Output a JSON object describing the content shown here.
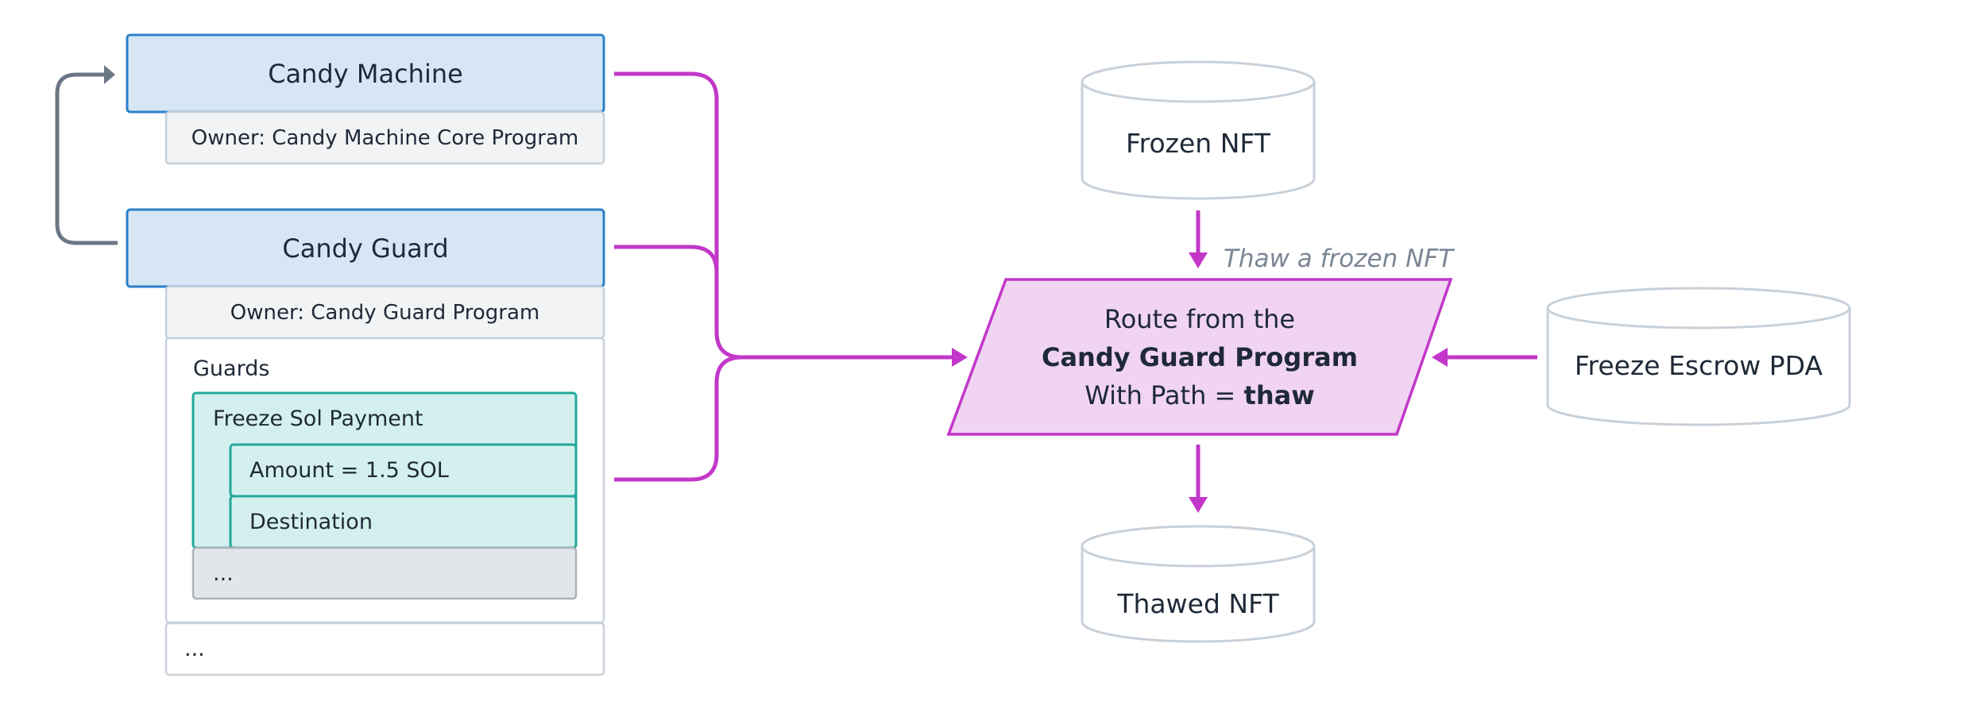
{
  "candy_machine": {
    "title": "Candy Machine",
    "owner": "Owner: Candy Machine Core Program"
  },
  "candy_guard": {
    "title": "Candy Guard",
    "owner": "Owner: Candy Guard Program",
    "guards_label": "Guards",
    "freeze_sol_payment": "Freeze Sol Payment",
    "amount": "Amount = 1.5 SOL",
    "destination": "Destination",
    "guards_more": "...",
    "more": "..."
  },
  "frozen_nft": {
    "label": "Frozen NFT"
  },
  "thawed_nft": {
    "label": "Thawed NFT"
  },
  "freeze_escrow": {
    "label": "Freeze Escrow PDA"
  },
  "annotation": "Thaw a frozen NFT",
  "route": {
    "line1": "Route from the",
    "line2": "Candy Guard Program",
    "line3_prefix": "With Path = ",
    "line3_value": "thaw"
  },
  "colors": {
    "header_fill": "#d6e6f5",
    "header_stroke": "#2b7fc9",
    "teal_fill": "#d4f0ee",
    "teal_stroke": "#22a89a",
    "route_fill": "#f0d4f2",
    "connector": "#c237c9",
    "gray_stroke": "#c8d0d8",
    "loop_arrow": "#6b7785"
  }
}
